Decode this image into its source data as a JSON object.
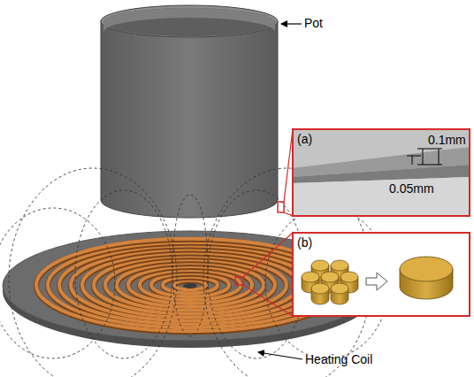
{
  "diagram": {
    "nodes": [
      {
        "text": [
          "(a)"
        ]
      },
      {
        "text": [
          "(b)"
        ]
      }
    ],
    "labels": [
      "Pot",
      "0.1mm",
      "0.05mm",
      "Heating Coil"
    ]
  }
}
